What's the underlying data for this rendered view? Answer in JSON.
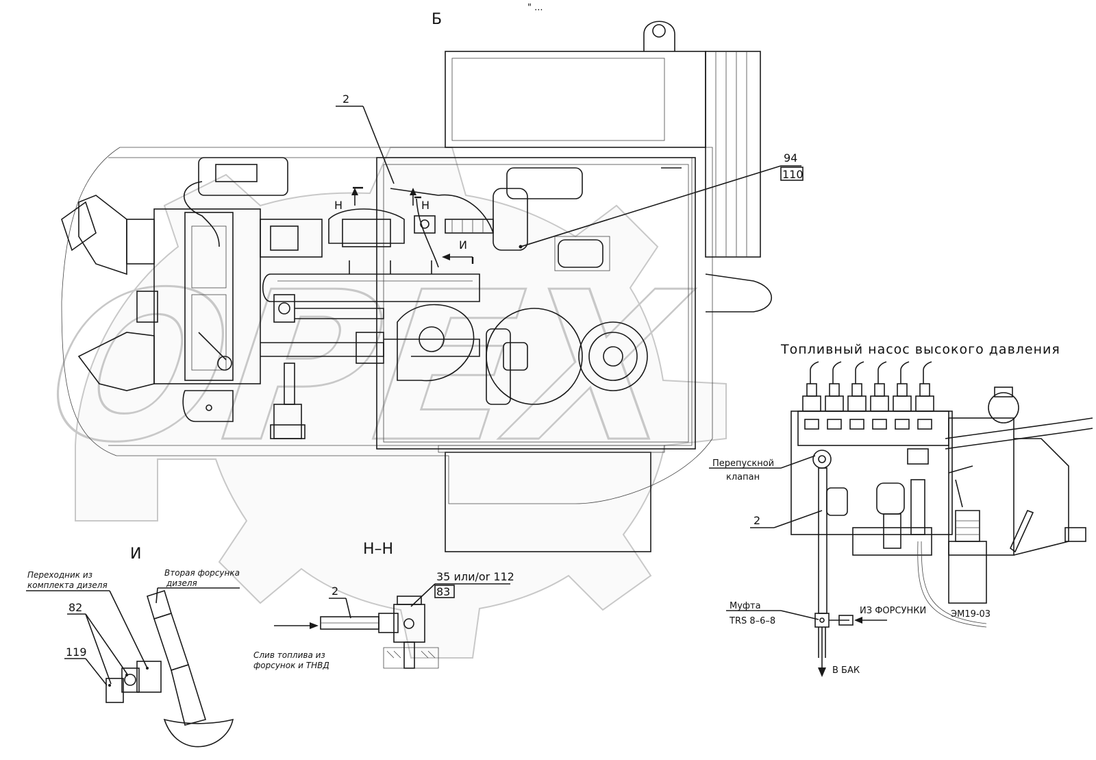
{
  "view_labels": {
    "view_b": "Б",
    "view_i": "И",
    "view_i_arrow": "И",
    "section_h": "Н–Н",
    "section_h_marker": "Н"
  },
  "top_marks": "\" ...",
  "callouts": {
    "item_2_main": "2",
    "item_94": "94",
    "item_110": "110",
    "item_82": "82",
    "item_119": "119",
    "item_2_section": "2",
    "item_35": "35 или/or 112",
    "item_83": "83",
    "item_2_pump": "2"
  },
  "pump_detail": {
    "title": "Топливный насос высокого давления",
    "bypass_valve_line1": "Перепускной",
    "bypass_valve_line2": "клапан",
    "coupling_line1": "Муфта",
    "coupling_line2": "TRS 8–6–8",
    "from_injector": "ИЗ ФОРСУНКИ",
    "to_tank": "В БАК",
    "solenoid_mark": "ЭМ19-03"
  },
  "detail_i": {
    "adapter_line1": "Переходник из",
    "adapter_line2": "комплекта дизеля",
    "injector_line1": "Вторая форсунка",
    "injector_line2": "дизеля"
  },
  "section_hh": {
    "drain_line1": "Слив топлива из",
    "drain_line2": "форсунок и ТНВД"
  },
  "watermark": {
    "text": "ОРЕХ",
    "color": "#c8c8c8"
  },
  "colors": {
    "line": "#1a1a1a",
    "background": "#ffffff"
  }
}
